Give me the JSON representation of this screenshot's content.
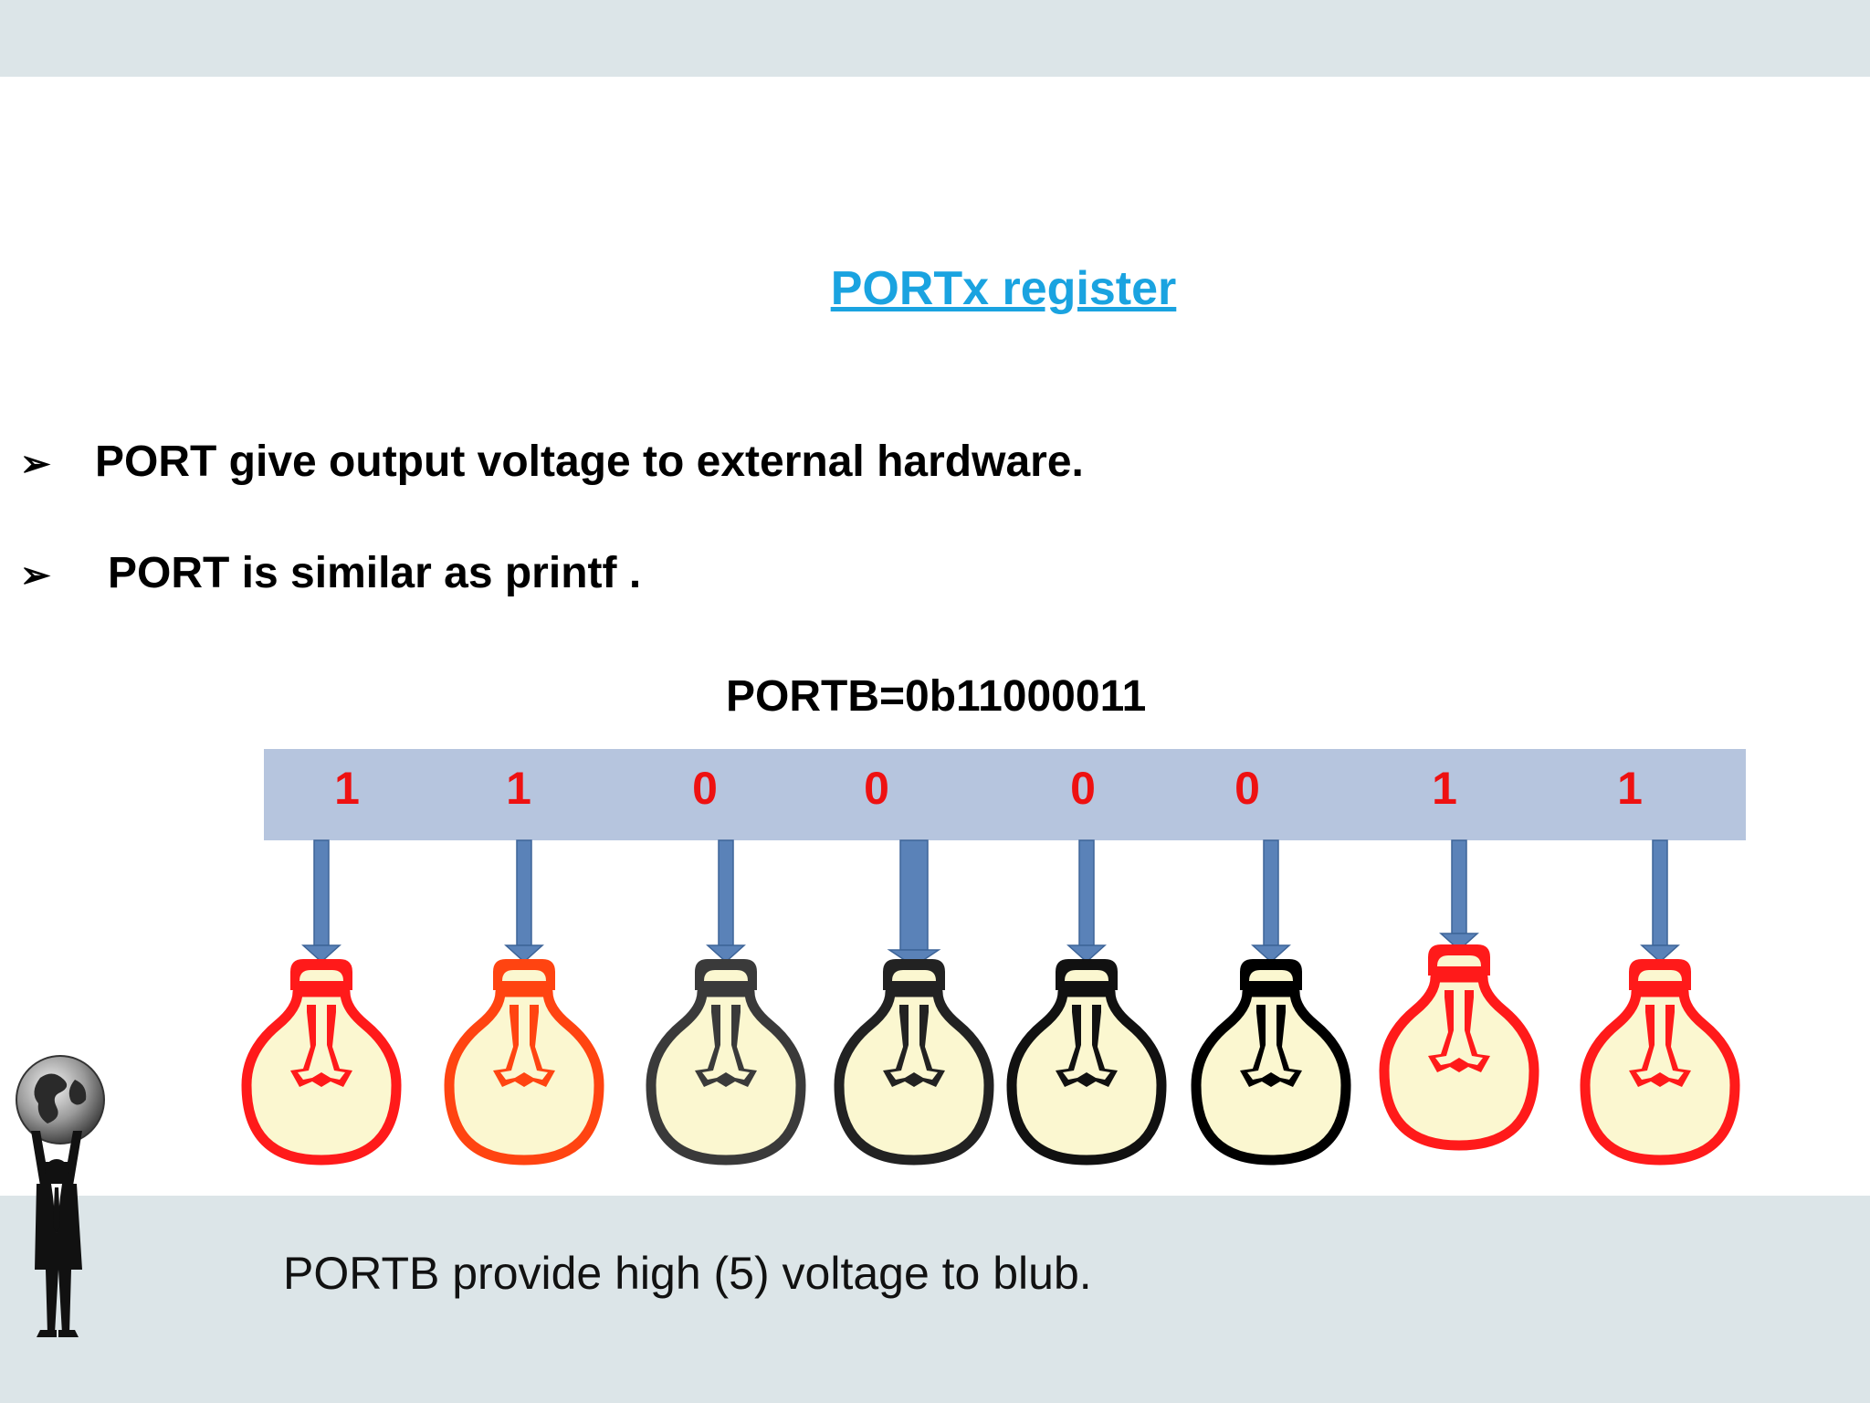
{
  "slide": {
    "title": "PORTx register",
    "bullets": [
      "PORT give output voltage to external hardware.",
      "PORT is similar as printf ."
    ],
    "bullet_icon": "arrowhead-bullet-icon",
    "register_assignment": "PORTB=0b11000011",
    "bits": [
      "1",
      "1",
      "0",
      "0",
      "0",
      "0",
      "1",
      "1"
    ],
    "bulbs": [
      {
        "state": "on",
        "outline": "#ff1a1a"
      },
      {
        "state": "on",
        "outline": "#ff4411"
      },
      {
        "state": "off",
        "outline": "#3a3a3a"
      },
      {
        "state": "off",
        "outline": "#222222"
      },
      {
        "state": "off",
        "outline": "#111111"
      },
      {
        "state": "off",
        "outline": "#000000"
      },
      {
        "state": "on",
        "outline": "#ff1a1a"
      },
      {
        "state": "on",
        "outline": "#ff1a1a"
      }
    ],
    "footer": "PORTB provide high (5) voltage to blub.",
    "colors": {
      "title": "#1aa3e0",
      "bit_text": "#ee1111",
      "bit_bar": "#b6c5de",
      "arrow": "#5a82b8",
      "bulb_fill": "#fbf7d0",
      "band": "#dce5e8"
    },
    "decoration_icon": "businessman-holding-globe-icon"
  }
}
